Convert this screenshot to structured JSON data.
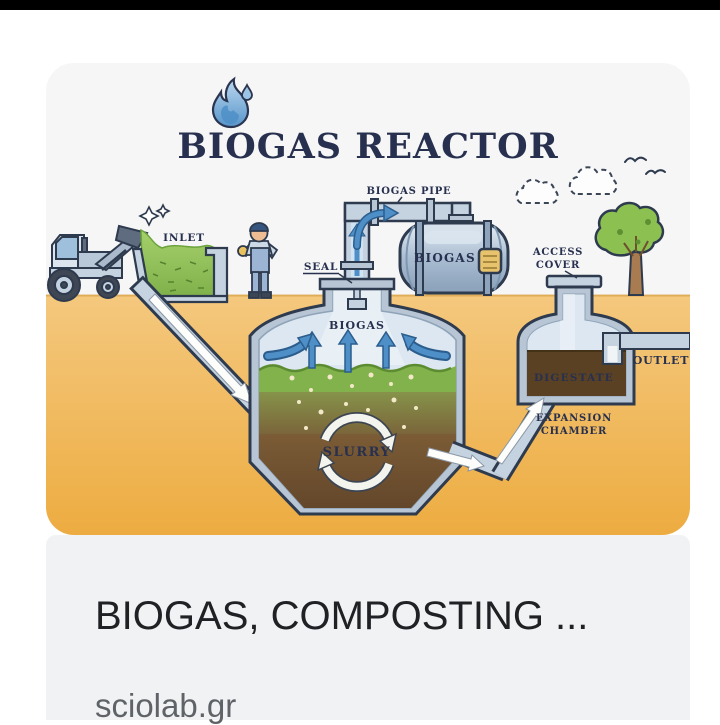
{
  "page": {
    "top_bar_color": "#000000",
    "background": "#ffffff"
  },
  "illustration": {
    "title": "BIOGAS REACTOR",
    "flame_icon": "blue-flame-icon",
    "labels": {
      "inlet": "INLET",
      "seal": "SEAL",
      "biogas_pipe": "BIOGAS PIPE",
      "storage_tank": "BIOGAS",
      "digester_gas": "BIOGAS",
      "slurry": "SLURRY",
      "access_cover": [
        "ACCESS",
        "COVER"
      ],
      "digestate": "DIGESTATE",
      "outlet": "OUTLET",
      "expansion_chamber": [
        "EXPANSION",
        "CHAMBER"
      ]
    },
    "colors": {
      "title_navy": "#27304e",
      "ground_amber": "#f0b85c",
      "machinery_gray_blue": "#c5d2e0",
      "outline_dark": "#2e3a4e",
      "gas_arrow_blue": "#4e8fc7",
      "waste_green": "#8cc152",
      "slurry_brown": "#6b4c2b",
      "digestate_brown": "#5a4124",
      "valve_yellow": "#e6c36c",
      "slurry_label_gold": "#c9a264"
    }
  },
  "result_card": {
    "title": "BIOGAS, COMPOSTING ...",
    "source": "sciolab.gr"
  }
}
